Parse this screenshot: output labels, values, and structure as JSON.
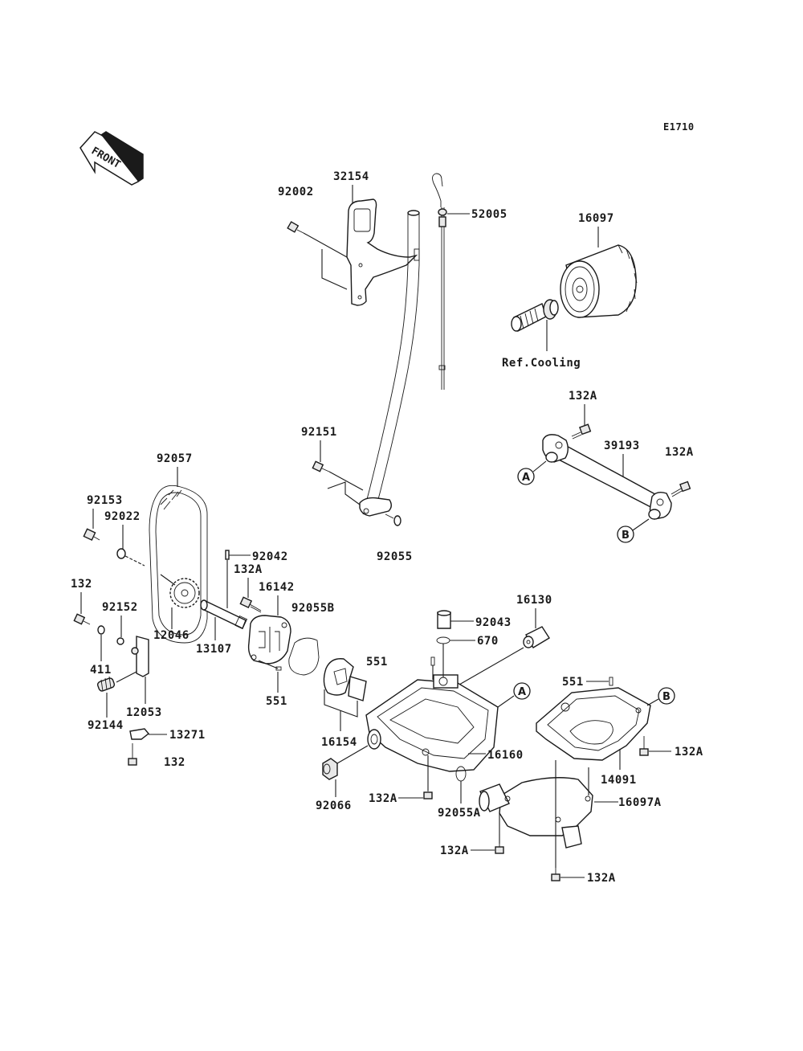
{
  "diagram": {
    "code": "E1710",
    "front_label": "FRONT",
    "ref_note": "Ref.Cooling",
    "refs": {
      "a": "A",
      "b": "B"
    },
    "parts": {
      "p92002": "92002",
      "p32154": "32154",
      "p52005": "52005",
      "p16097": "16097",
      "p132A_top": "132A",
      "p39193": "39193",
      "p132A_right": "132A",
      "p92151": "92151",
      "p92055": "92055",
      "p92057": "92057",
      "p92153": "92153",
      "p92022": "92022",
      "p92042": "92042",
      "p132A_pump": "132A",
      "p16142": "16142",
      "p92055B": "92055B",
      "p132_left": "132",
      "p92152": "92152",
      "p12046": "12046",
      "p13107": "13107",
      "p411": "411",
      "p12053": "12053",
      "p92144": "92144",
      "p13271": "13271",
      "p132_bottom": "132",
      "p551_pump": "551",
      "p16154": "16154",
      "p92066": "92066",
      "p16130": "16130",
      "p92043": "92043",
      "p670": "670",
      "p551_pan": "551",
      "p16160": "16160",
      "p132A_pan": "132A",
      "p92055A": "92055A",
      "p551_right": "551",
      "p132A_b": "132A",
      "p14091": "14091",
      "p16097A": "16097A",
      "p132A_cover": "132A",
      "p132A_bottom": "132A"
    }
  }
}
